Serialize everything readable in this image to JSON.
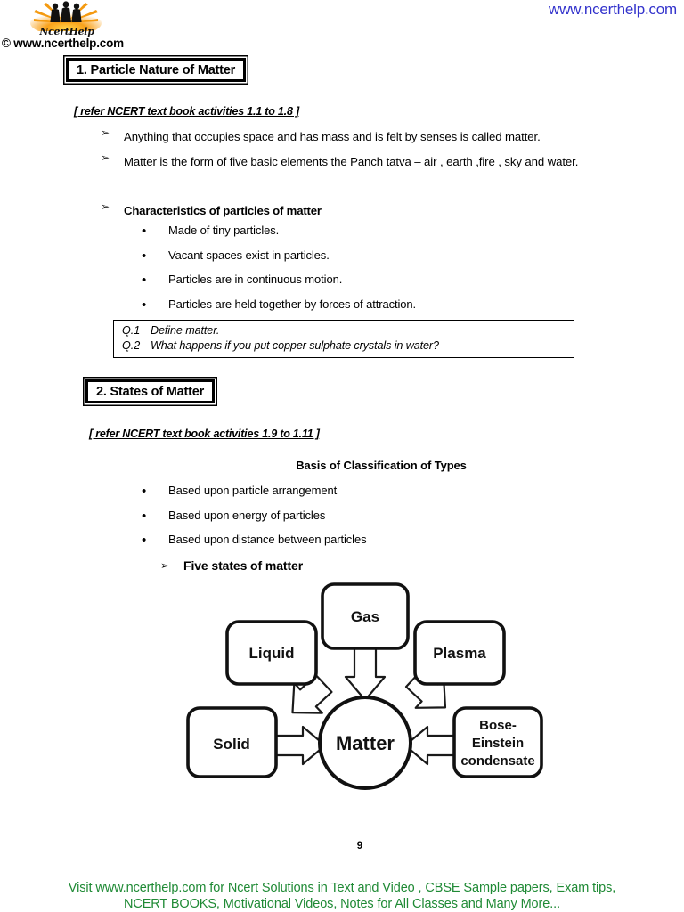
{
  "header": {
    "logo_script": "NcertHelp",
    "logo_url": "© www.ncerthelp.com",
    "link": "www.ncerthelp.com",
    "link_color": "#3333cc"
  },
  "section1": {
    "title": "1. Particle Nature of Matter",
    "refer_note": "[ refer NCERT text book activities 1.1 to 1.8 ]",
    "arrow_points": [
      {
        "marker": "➢",
        "text": "Anything that occupies space and has mass and is felt by senses is called matter."
      },
      {
        "marker": "➢",
        "text": "Matter is the form of five basic elements the Panch tatva – air , earth ,fire , sky and water."
      },
      {
        "marker": "➢",
        "text": "Characteristics of particles of matter"
      }
    ],
    "bullets": [
      "Made of tiny particles.",
      "Vacant spaces exist in particles.",
      "Particles are in continuous motion.",
      "Particles are held together by forces of attraction."
    ],
    "questions": [
      {
        "label": "Q.1",
        "text": "Define matter."
      },
      {
        "label": "Q.2",
        "text": "What happens if you put copper sulphate crystals in water?"
      }
    ]
  },
  "section2": {
    "title": "2.  States of Matter",
    "refer_note": "[ refer NCERT text book activities 1.9 to 1.11 ]",
    "center_heading": "Basis of Classification of Types",
    "bullets": [
      "Based upon particle arrangement",
      "Based upon energy of particles",
      "Based upon distance between particles"
    ],
    "sub_heading": {
      "marker": "➢",
      "text": "Five states of matter"
    }
  },
  "diagram": {
    "center_label": "Matter",
    "nodes": [
      {
        "id": "gas",
        "label": "Gas"
      },
      {
        "id": "liquid",
        "label": "Liquid"
      },
      {
        "id": "plasma",
        "label": "Plasma"
      },
      {
        "id": "solid",
        "label": "Solid"
      },
      {
        "id": "bec",
        "label_line1": "Bose-",
        "label_line2": "Einstein",
        "label_line3": "condensate"
      }
    ]
  },
  "footer": {
    "page_number": "9",
    "line1": "Visit www.ncerthelp.com for Ncert Solutions in Text and Video , CBSE Sample papers, Exam tips,",
    "line2": "NCERT BOOKS, Motivational Videos, Notes for All Classes and Many More...",
    "color": "#1f8a35"
  }
}
